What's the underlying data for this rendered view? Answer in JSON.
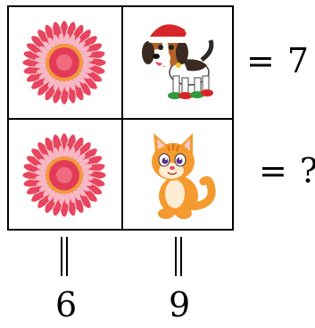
{
  "grid": {
    "rows": [
      {
        "cells": [
          "flower-icon",
          "dog-icon"
        ],
        "result": "7"
      },
      {
        "cells": [
          "flower-icon",
          "cat-icon"
        ],
        "result": "?"
      }
    ]
  },
  "equals_sign": "=",
  "column_totals": [
    "6",
    "9"
  ],
  "colors": {
    "flower_petal": "#e8455f",
    "flower_center": "#f29a3a",
    "dog_hat": "#d7262a",
    "cat_fur": "#f59a2e"
  }
}
